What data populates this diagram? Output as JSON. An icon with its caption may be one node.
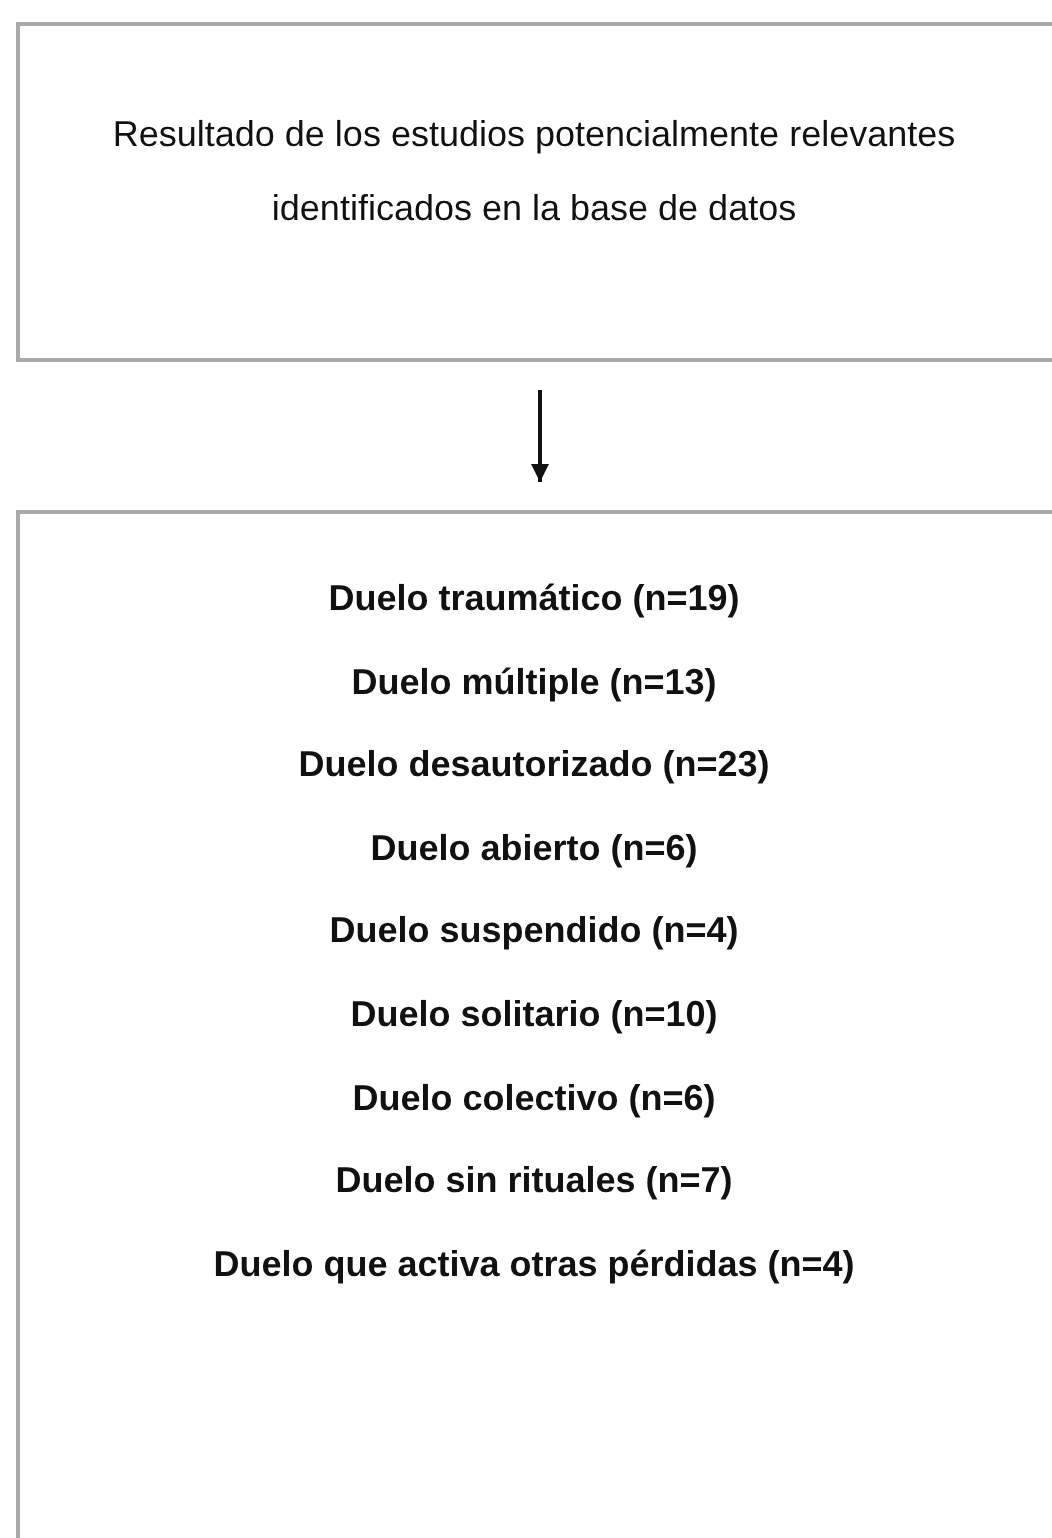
{
  "diagram": {
    "nodes": [
      {
        "text": [
          "Resultado de los estudios potencialmente relevantes identificados en la base de datos"
        ]
      },
      {
        "text": [
          "Duelo traumático (n=19)",
          "Duelo múltiple (n=13)",
          "Duelo desautorizado (n=23)",
          "Duelo abierto (n=6)",
          "Duelo suspendido (n=4)",
          "Duelo solitario (n=10)",
          "Duelo colectivo (n=6)",
          "Duelo sin rituales (n=7)",
          "Duelo que activa otras pérdidas (n=4)"
        ]
      }
    ],
    "edges": [
      {
        "from": 0,
        "to": 1,
        "arrow": "to"
      }
    ]
  }
}
